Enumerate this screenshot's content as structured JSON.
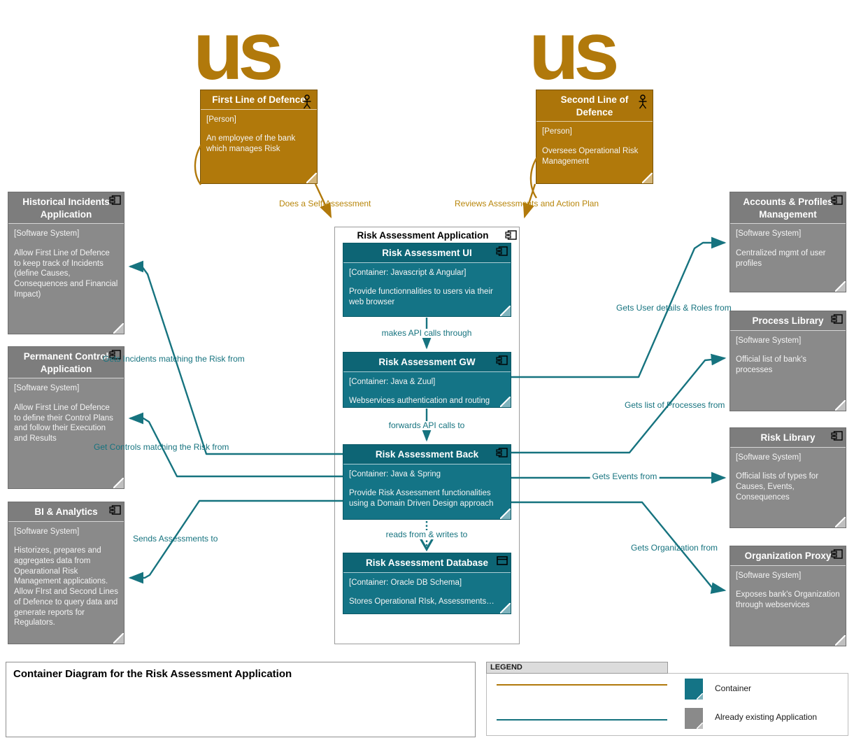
{
  "logo_text": "us",
  "colors": {
    "gold": "#B1790B",
    "teal": "#147486",
    "teal_header": "#0D6575",
    "gray": "#8A8A8A",
    "gray_header": "#7D7D7D",
    "line_teal": "#16737F",
    "line_gold": "#B8860B"
  },
  "persons": {
    "first": {
      "title": "First Line of Defence",
      "type": "[Person]",
      "description": "An employee of the bank which manages Risk"
    },
    "second": {
      "title": "Second Line of Defence",
      "type": "[Person]",
      "description": "Oversees Operational Risk Management"
    }
  },
  "systems": {
    "historical": {
      "title": "Historical Incidents Application",
      "type": "[Software System]",
      "description": "Allow First Line of Defence to keep track of Incidents (define Causes, Consequences and Financial Impact)"
    },
    "permanent": {
      "title": "Permanent Control Application",
      "type": "[Software System]",
      "description": "Allow First Line of Defence to define their Control Plans and follow their Execution and Results"
    },
    "bi": {
      "title": "BI & Analytics",
      "type": "[Software System]",
      "description": "Historizes, prepares and aggregates data from Opearational Risk Management applications. Allow FIrst and Second Lines of Defence to query data and generate reports for Regulators."
    },
    "accounts": {
      "title": "Accounts & Profiles Management",
      "type": "[Software System]",
      "description": "Centralized mgmt of user profiles"
    },
    "process": {
      "title": "Process Library",
      "type": "[Software System]",
      "description": "Official list of bank's processes"
    },
    "risk": {
      "title": "Risk Library",
      "type": "[Software System]",
      "description": "Official lists of types for Causes, Events, Consequences"
    },
    "organization": {
      "title": "Organization Proxy",
      "type": "[Software System]",
      "description": "Exposes bank's Organization through webservices"
    }
  },
  "boundary": {
    "title": "Risk Assessment Application",
    "ui": {
      "title": "Risk Assessment UI",
      "type": "[Container: Javascript & Angular]",
      "description": "Provide functionnalities to users via their web browser"
    },
    "gw": {
      "title": "Risk Assessment GW",
      "type": "[Container: Java & Zuul]",
      "description": "Webservices authentication and routing"
    },
    "back": {
      "title": "Risk Assessment Back",
      "type": "[Container: Java & Spring",
      "description": "Provide Risk Assessment functionalities using a Domain Driven Design approach"
    },
    "db": {
      "title": "Risk Assessment Database",
      "type": "[Container: Oracle DB Schema]",
      "description": "Stores Operational RIsk, Assessments…"
    }
  },
  "edges": {
    "self_assessment": "Does a Self-Assessment",
    "reviews": "Reviews Assessments and Action Plan",
    "makes_api": "makes API calls through",
    "forwards_api": "forwards API calls to",
    "reads_writes": "reads from & writes to",
    "user_details": "Gets User details & Roles from",
    "processes": "Gets list of Processes from",
    "events": "Gets Events from",
    "organization": "Gets Organization from",
    "incidents": "Gets Incidents matching the Risk from",
    "controls": "Get Controls matching the Risk from",
    "assessments": "Sends Assessments to"
  },
  "footer": {
    "title": "Container Diagram for the Risk Assessment Application"
  },
  "legend": {
    "header": "LEGEND",
    "container_label": "Container",
    "existing_label": "Already existing Application"
  }
}
